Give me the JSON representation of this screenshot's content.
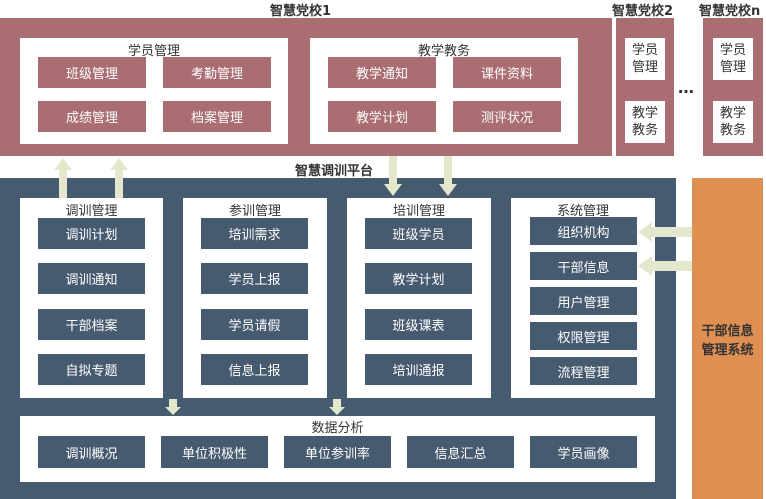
{
  "schools": {
    "school1": {
      "title": "智慧党校1",
      "student_mgmt": {
        "title": "学员管理",
        "items": [
          "班级管理",
          "考勤管理",
          "成绩管理",
          "档案管理"
        ]
      },
      "teaching": {
        "title": "教学教务",
        "items": [
          "教学通知",
          "课件资料",
          "教学计划",
          "测评状况"
        ]
      }
    },
    "school2": {
      "title": "智慧党校2",
      "items": [
        "学员\n管理",
        "教学\n教务"
      ]
    },
    "ellipsis": "…",
    "schooln": {
      "title": "智慧党校n",
      "items": [
        "学员\n管理",
        "教学\n教务"
      ]
    }
  },
  "platform": {
    "title": "智慧调训平台",
    "modules": [
      {
        "title": "调训管理",
        "items": [
          "调训计划",
          "调训通知",
          "干部档案",
          "自拟专题"
        ]
      },
      {
        "title": "参训管理",
        "items": [
          "培训需求",
          "学员上报",
          "学员请假",
          "信息上报"
        ]
      },
      {
        "title": "培训管理",
        "items": [
          "班级学员",
          "教学计划",
          "班级课表",
          "培训通报"
        ]
      },
      {
        "title": "系统管理",
        "items": [
          "组织机构",
          "干部信息",
          "用户管理",
          "权限管理",
          "流程管理"
        ]
      }
    ],
    "analysis": {
      "title": "数据分析",
      "items": [
        "调训概况",
        "单位积极性",
        "单位参训率",
        "信息汇总",
        "学员画像"
      ]
    }
  },
  "external_system": {
    "label_line1": "干部信息",
    "label_line2": "管理系统"
  },
  "colors": {
    "school": "#a96d72",
    "platform": "#465a70",
    "external": "#e08f52",
    "arrow": "#e3e8cd"
  }
}
